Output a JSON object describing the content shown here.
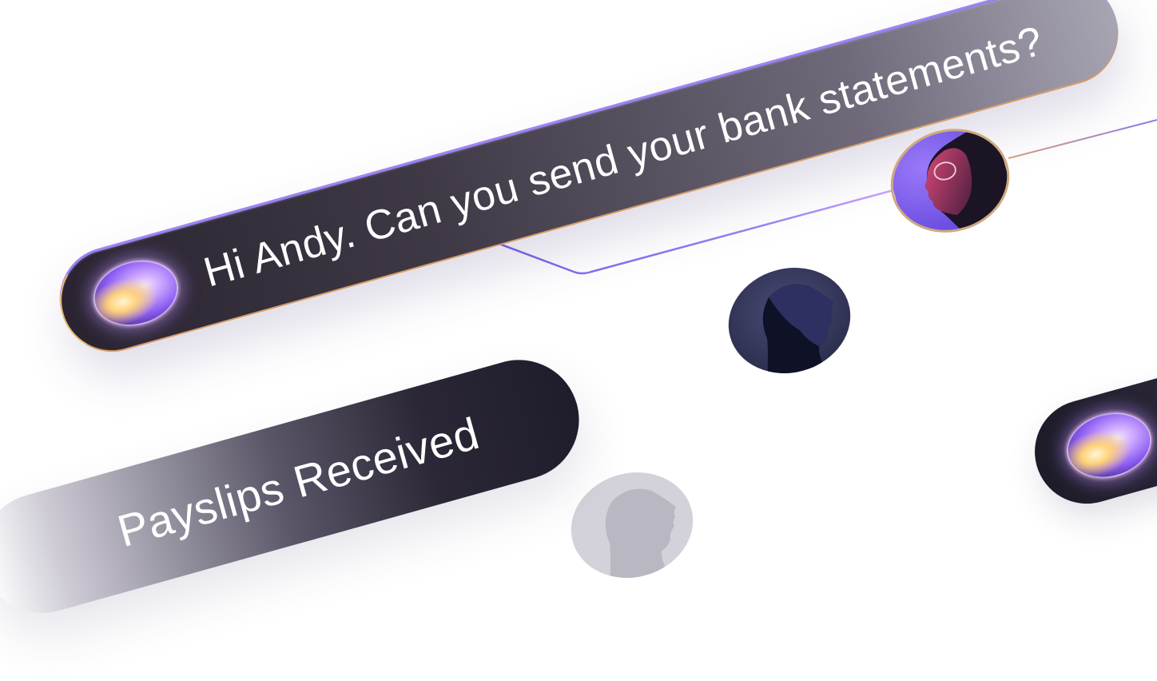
{
  "message": {
    "text": "Hi Andy. Can you send your bank statements?"
  },
  "status": {
    "text": "Payslips Received"
  },
  "avatars": [
    {
      "name": "avatar-woman-glasses",
      "tone": "#7c5af0"
    },
    {
      "name": "avatar-man-profile",
      "tone": "#2a2d52"
    },
    {
      "name": "avatar-faded-profile",
      "tone": "#9a98a6"
    }
  ],
  "colors": {
    "accent": "#8f79f2",
    "pill_dark": "#2a2431",
    "orb_warm": "#ffd27a",
    "orb_cool": "#8c5cf2"
  }
}
